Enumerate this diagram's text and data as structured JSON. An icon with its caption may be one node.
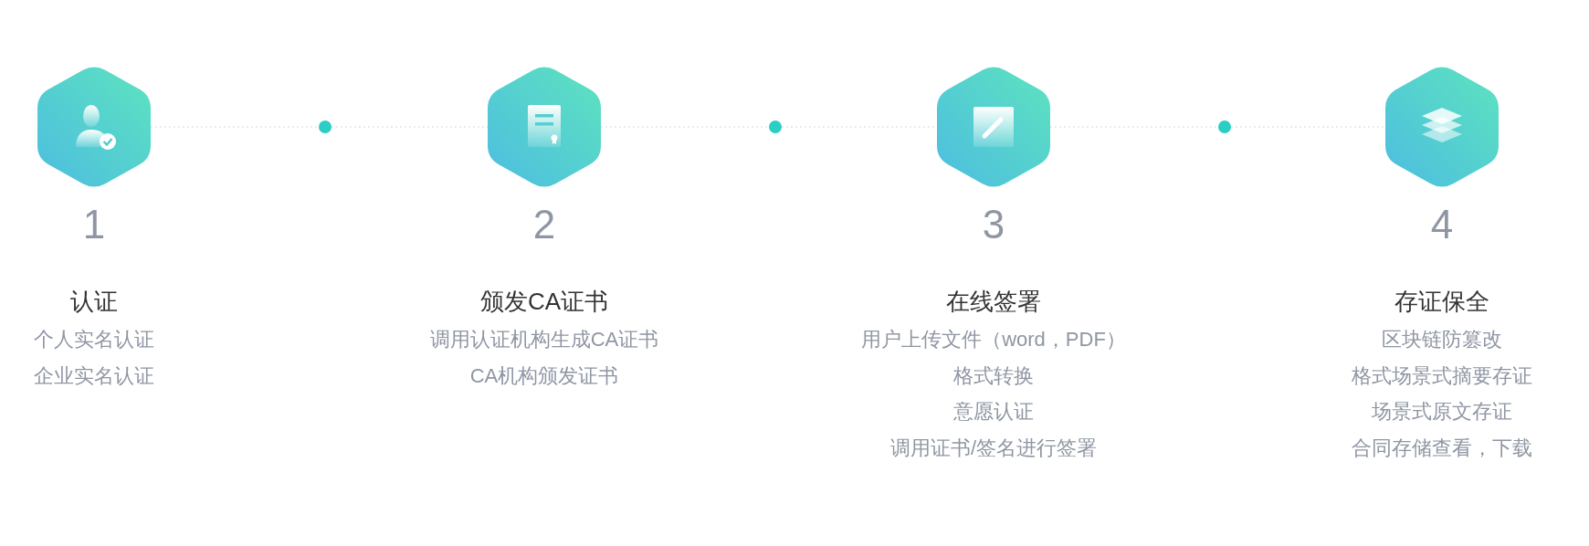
{
  "diagram": {
    "nodes": [
      {
        "text": [],
        "shape": "hexagon",
        "beside": [
          "1",
          "认证",
          "个人实名认证",
          "企业实名认证"
        ]
      },
      {
        "text": [],
        "shape": "circle"
      },
      {
        "text": [],
        "shape": "hexagon",
        "beside": [
          "2",
          "颁发CA证书",
          "调用认证机构生成CA证书",
          "CA机构颁发证书"
        ]
      },
      {
        "text": [],
        "shape": "circle"
      },
      {
        "text": [],
        "shape": "hexagon",
        "beside": [
          "3",
          "在线签署",
          "用户上传文件（word，PDF）",
          "格式转换",
          "意愿认证",
          "调用证书/签名进行签署"
        ]
      },
      {
        "text": [],
        "shape": "circle"
      },
      {
        "text": [],
        "shape": "hexagon",
        "beside": [
          "4",
          "存证保全",
          "区块链防篡改",
          "格式场景式摘要存证",
          "场景式原文存证",
          "合同存储查看，下载"
        ]
      }
    ],
    "edges": [
      {
        "from": 0,
        "to": 1,
        "arrow": "none",
        "style": "dashed"
      },
      {
        "from": 1,
        "to": 2,
        "arrow": "none",
        "style": "dashed"
      },
      {
        "from": 2,
        "to": 3,
        "arrow": "none",
        "style": "dashed"
      },
      {
        "from": 3,
        "to": 4,
        "arrow": "none",
        "style": "dashed"
      },
      {
        "from": 4,
        "to": 5,
        "arrow": "none",
        "style": "dashed"
      },
      {
        "from": 5,
        "to": 6,
        "arrow": "none",
        "style": "dashed"
      }
    ]
  }
}
